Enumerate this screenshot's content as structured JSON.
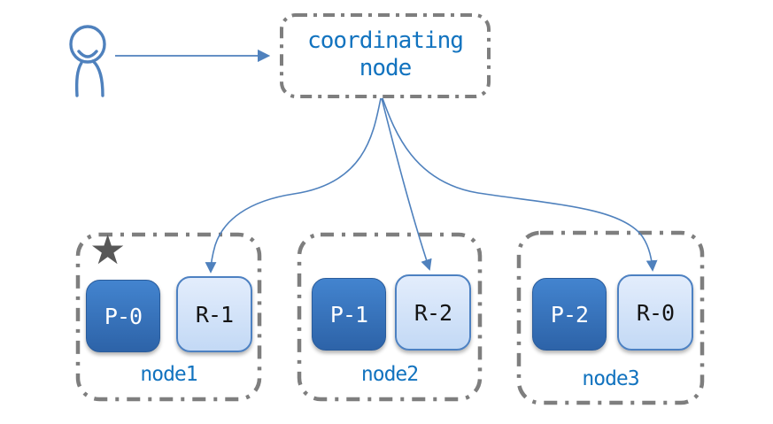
{
  "coordinating_node": {
    "label": "coordinating node"
  },
  "nodes": [
    {
      "name": "node1",
      "has_star": true,
      "shards": [
        {
          "label": "P-0",
          "type": "primary"
        },
        {
          "label": "R-1",
          "type": "replica"
        }
      ]
    },
    {
      "name": "node2",
      "has_star": false,
      "shards": [
        {
          "label": "P-1",
          "type": "primary"
        },
        {
          "label": "R-2",
          "type": "replica"
        }
      ]
    },
    {
      "name": "node3",
      "has_star": false,
      "shards": [
        {
          "label": "P-2",
          "type": "primary"
        },
        {
          "label": "R-0",
          "type": "replica"
        }
      ]
    }
  ],
  "icons": {
    "person": "person-icon",
    "master_star": "★"
  },
  "connections": [
    {
      "from": "person",
      "to": "coordinating node"
    },
    {
      "from": "coordinating node",
      "to": "R-1"
    },
    {
      "from": "coordinating node",
      "to": "R-2"
    },
    {
      "from": "coordinating node",
      "to": "R-0"
    }
  ],
  "colors": {
    "accent_text_blue": "#1273bf",
    "arrow_blue": "#4f81bd",
    "primary_shard_top": "#4384cf",
    "primary_shard_bottom": "#2d63a8",
    "replica_shard_top": "#e3edfc",
    "replica_shard_bottom": "#c3d9f5",
    "replica_border": "#4d81c2",
    "dashed_border_gray": "#7e7e7e",
    "star_gray": "#575757",
    "background": "#ffffff"
  }
}
